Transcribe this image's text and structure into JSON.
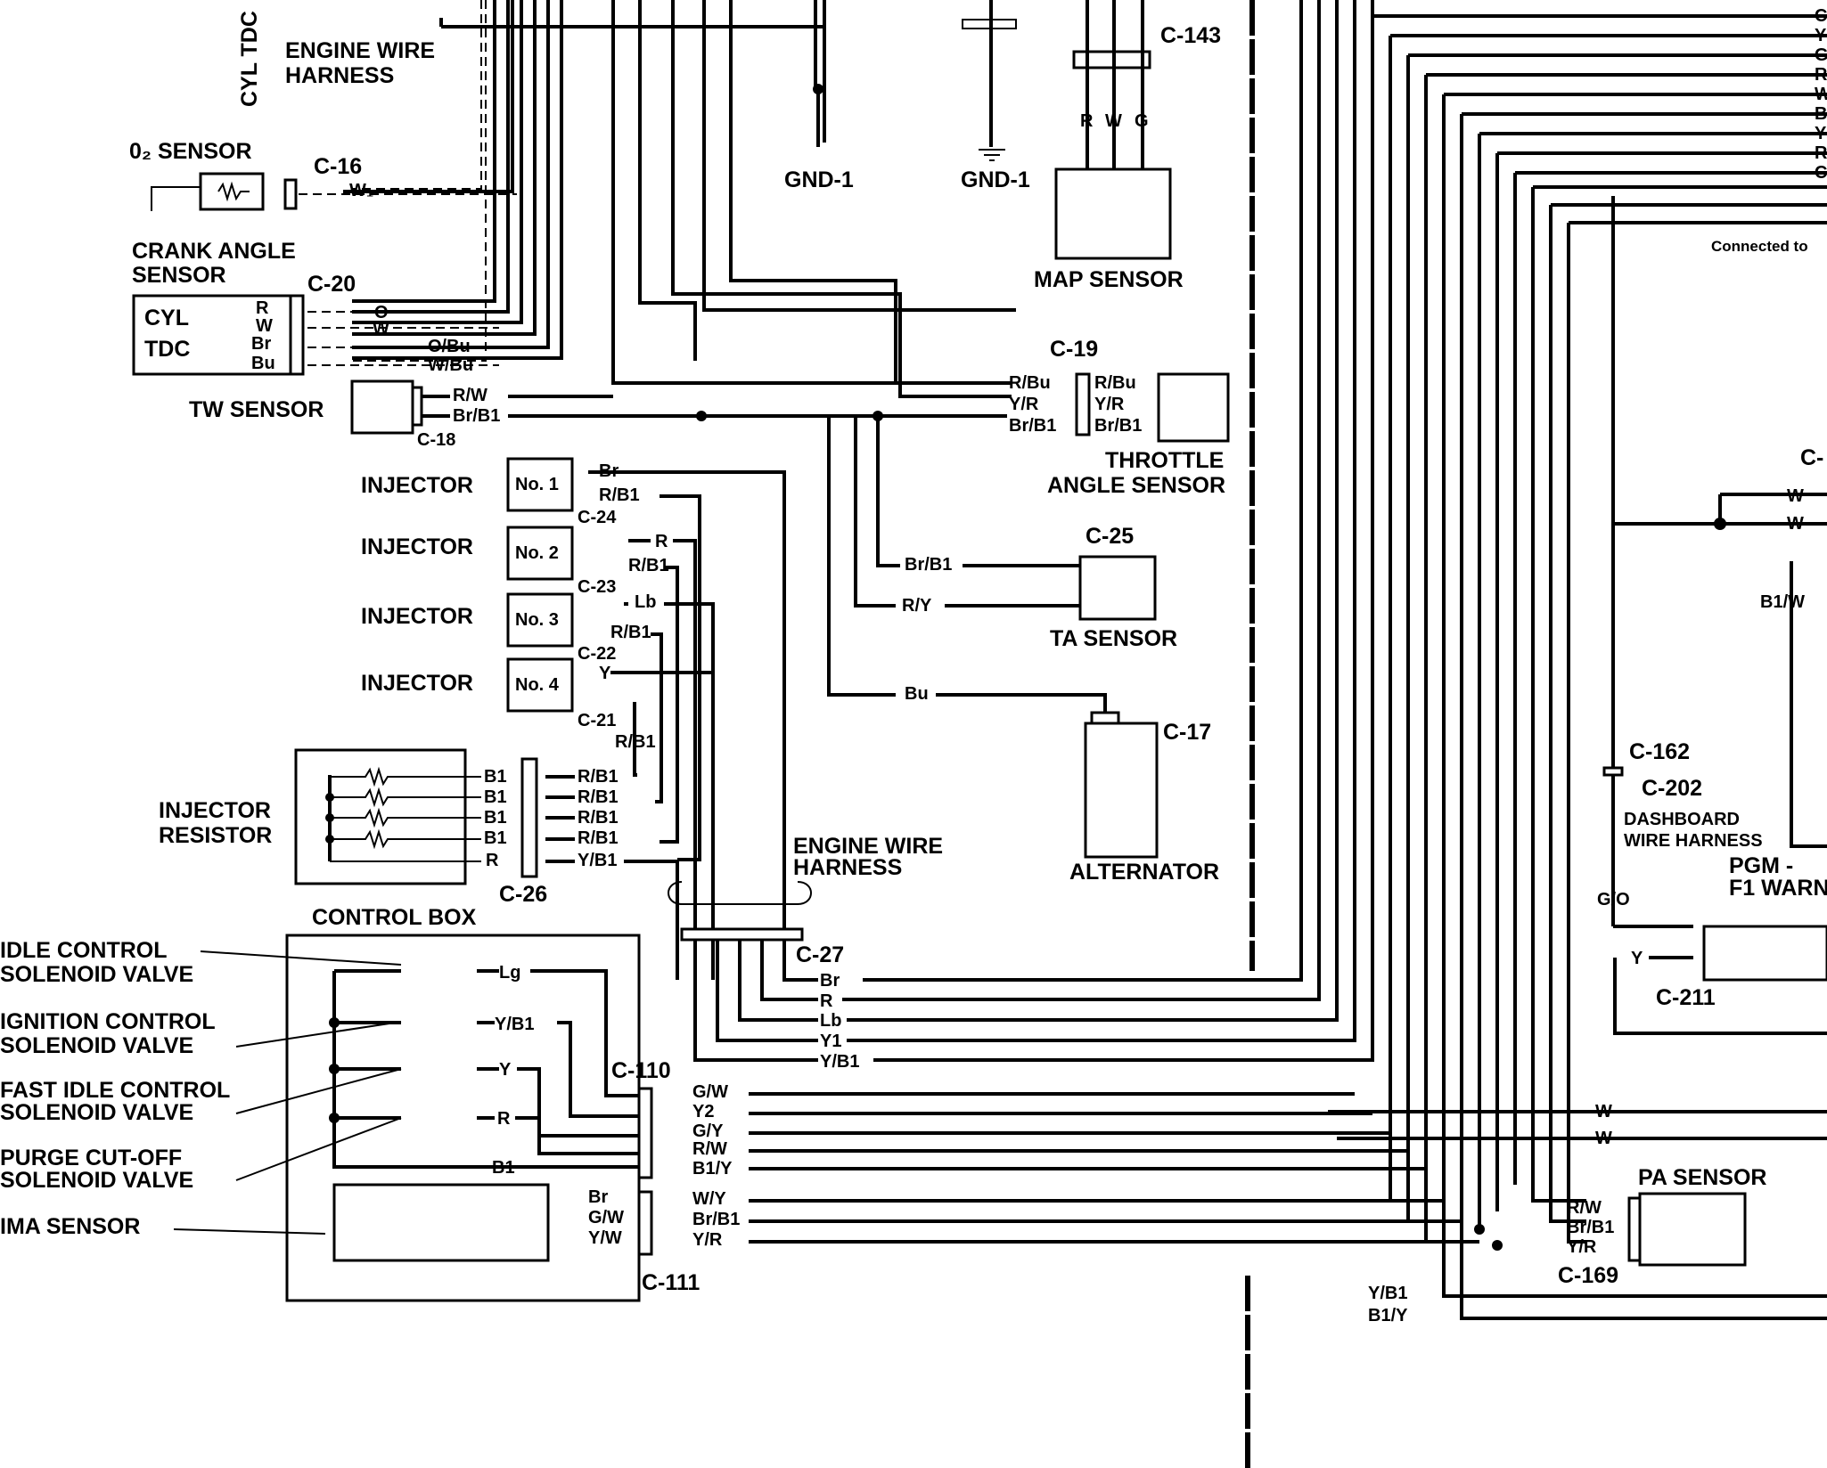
{
  "harness": {
    "cyl_tdc": "CYL TDC",
    "engine_wire_harness_top_1": "ENGINE WIRE",
    "engine_wire_harness_top_2": "HARNESS",
    "engine_wire_harness_mid_1": "ENGINE WIRE",
    "engine_wire_harness_mid_2": "HARNESS",
    "dashboard_wire_harness_1": "DASHBOARD",
    "dashboard_wire_harness_2": "WIRE HARNESS",
    "connected_to": "Connected to"
  },
  "components": {
    "o2_sensor": "0₂ SENSOR",
    "crank_angle_sensor_1": "CRANK ANGLE",
    "crank_angle_sensor_2": "SENSOR",
    "cyl": "CYL",
    "tdc": "TDC",
    "tw_sensor": "TW  SENSOR",
    "map_sensor": "MAP SENSOR",
    "throttle_angle_sensor_1": "THROTTLE",
    "throttle_angle_sensor_2": "ANGLE SENSOR",
    "ta_sensor": "TA SENSOR",
    "alternator": "ALTERNATOR",
    "injector": "INJECTOR",
    "injector_no1": "No. 1",
    "injector_no2": "No. 2",
    "injector_no3": "No. 3",
    "injector_no4": "No. 4",
    "injector_resistor_1": "INJECTOR",
    "injector_resistor_2": "RESISTOR",
    "control_box": "CONTROL BOX",
    "idle_control_1": "IDLE  CONTROL",
    "idle_control_2": "SOLENOID  VALVE",
    "ignition_control_1": "IGNITION  CONTROL",
    "ignition_control_2": "SOLENOID  VALVE",
    "fast_idle_1": "FAST  IDLE  CONTROL",
    "fast_idle_2": "SOLENOID  VALVE",
    "purge_cutoff_1": "PURGE  CUT-OFF",
    "purge_cutoff_2": "SOLENOID  VALVE",
    "ima_sensor": "IMA  SENSOR",
    "pa_sensor": "PA SENSOR",
    "pgm_f1_1": "PGM -",
    "pgm_f1_2": "F1 WARN",
    "gnd1": "GND-1"
  },
  "connectors": {
    "c16": "C-16",
    "c20": "C-20",
    "c18": "C-18",
    "c143": "C-143",
    "c19": "C-19",
    "c24": "C-24",
    "c23": "C-23",
    "c22": "C-22",
    "c21": "C-21",
    "c25": "C-25",
    "c17": "C-17",
    "c26": "C-26",
    "c27": "C-27",
    "c110": "C-110",
    "c111": "C-111",
    "c162": "C-162",
    "c202": "C-202",
    "c211": "C-211",
    "c169": "C-169",
    "c_partial": "C-"
  },
  "wire_colors": {
    "W1": "W₁",
    "R": "R",
    "W": "W",
    "Br": "Br",
    "Bu": "Bu",
    "O": "O",
    "O_Bu": "O/Bu",
    "W_Bu": "W/Bu",
    "R_W": "R/W",
    "Br_B1": "Br/B1",
    "R_Bu": "R/Bu",
    "Y_R": "Y/R",
    "G": "G",
    "R_B1": "R/B1",
    "Lb": "Lb",
    "Y": "Y",
    "R_Y": "R/Y",
    "B1": "B1",
    "Y_B1": "Y/B1",
    "Y1": "Y1",
    "Lg": "Lg",
    "G_W": "G/W",
    "Y2": "Y2",
    "G_Y": "G/Y",
    "B1_Y": "B1/Y",
    "W_Y": "W/Y",
    "G_W2": "G/W",
    "Y_W": "Y/W",
    "B1_W": "B1/W",
    "G_O": "G/O"
  },
  "right_edge_letters": [
    "C",
    "Y",
    "G",
    "R",
    "W",
    "B",
    "Y",
    "R",
    "C"
  ]
}
